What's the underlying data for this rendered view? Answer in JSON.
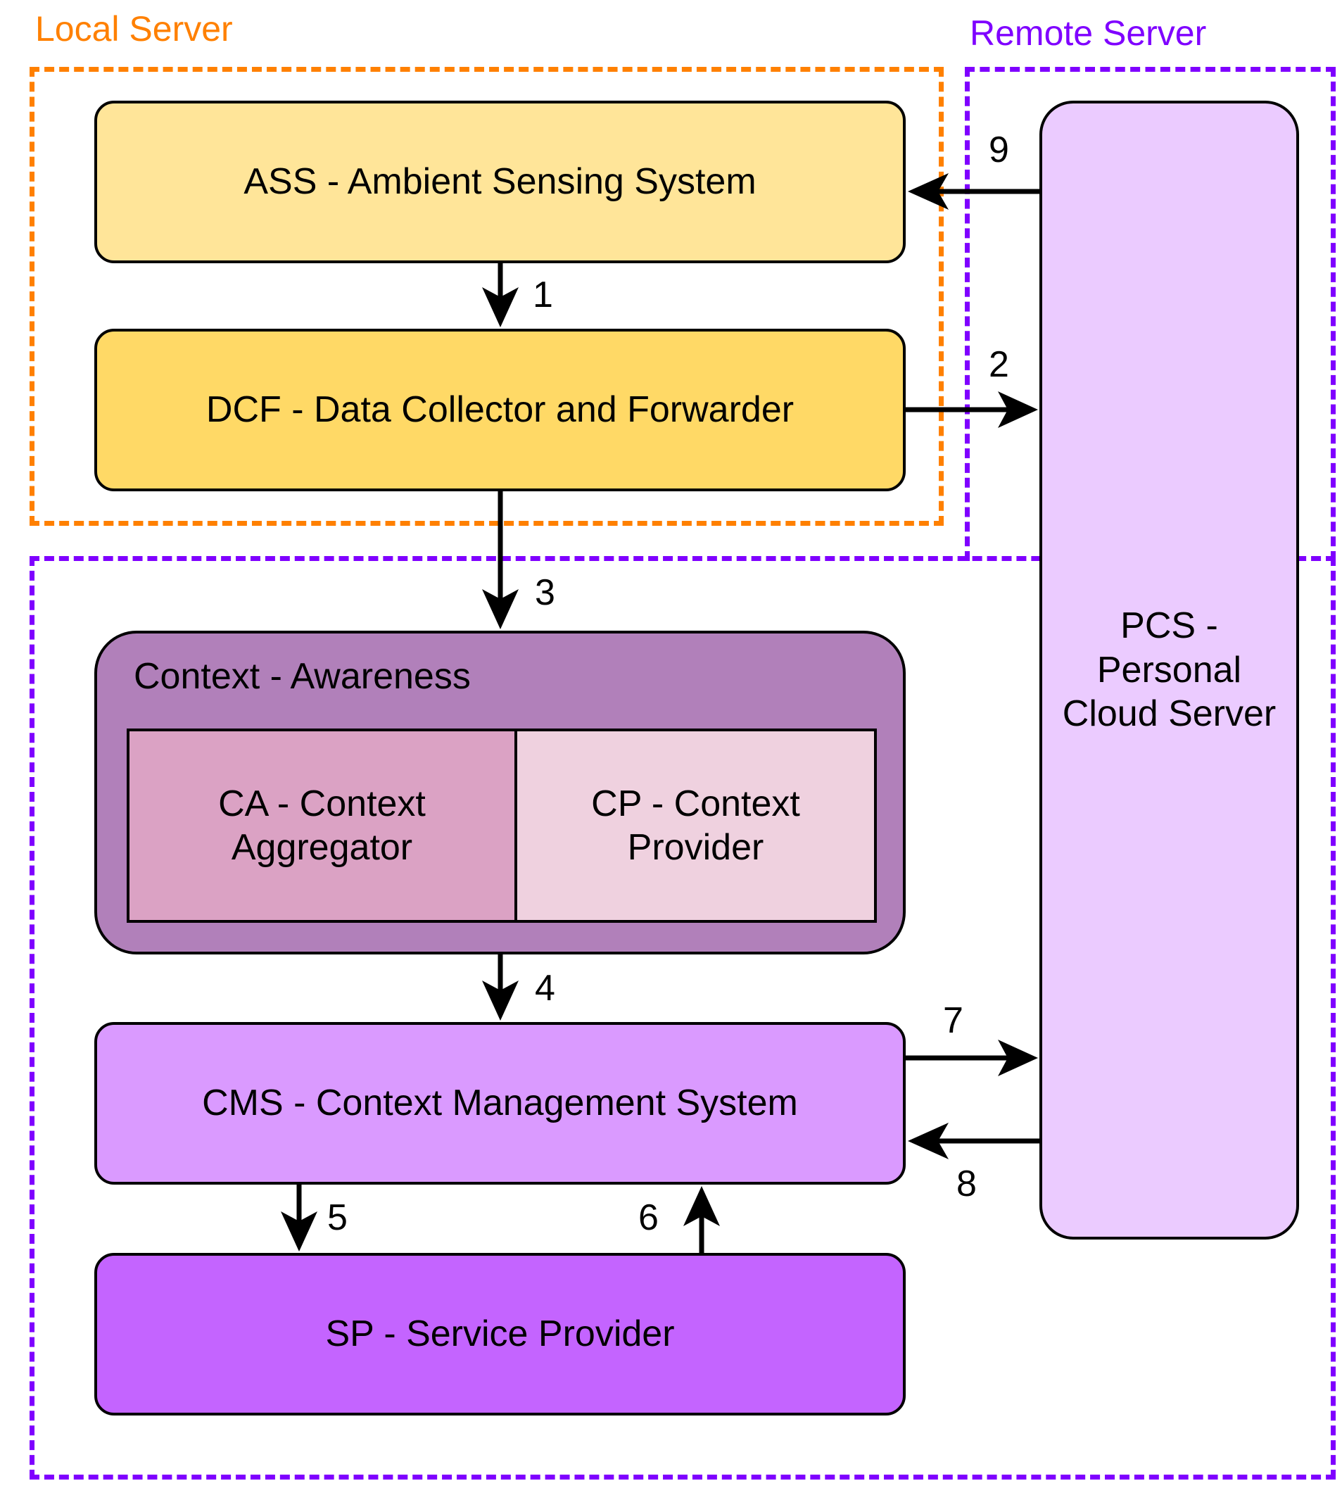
{
  "regions": {
    "local_label": "Local Server",
    "remote_label": "Remote Server",
    "local_color": "#FF8000",
    "remote_color": "#7F00FF"
  },
  "nodes": {
    "ass": "ASS - Ambient Sensing System",
    "dcf": "DCF - Data Collector and Forwarder",
    "pcs": "PCS -\nPersonal\nCloud Server",
    "context_awareness": "Context - Awareness",
    "ca": "CA - Context\nAggregator",
    "cp": "CP - Context\nProvider",
    "cms": "CMS - Context Management System",
    "sp": "SP - Service Provider"
  },
  "edges": [
    {
      "label": "1",
      "from": "ASS",
      "to": "DCF"
    },
    {
      "label": "2",
      "from": "DCF",
      "to": "PCS"
    },
    {
      "label": "3",
      "from": "DCF",
      "to": "Context - Awareness"
    },
    {
      "label": "4",
      "from": "Context - Awareness",
      "to": "CMS"
    },
    {
      "label": "5",
      "from": "CMS",
      "to": "SP"
    },
    {
      "label": "6",
      "from": "SP",
      "to": "CMS"
    },
    {
      "label": "7",
      "from": "CMS",
      "to": "PCS"
    },
    {
      "label": "8",
      "from": "PCS",
      "to": "CMS"
    },
    {
      "label": "9",
      "from": "PCS",
      "to": "ASS"
    }
  ]
}
